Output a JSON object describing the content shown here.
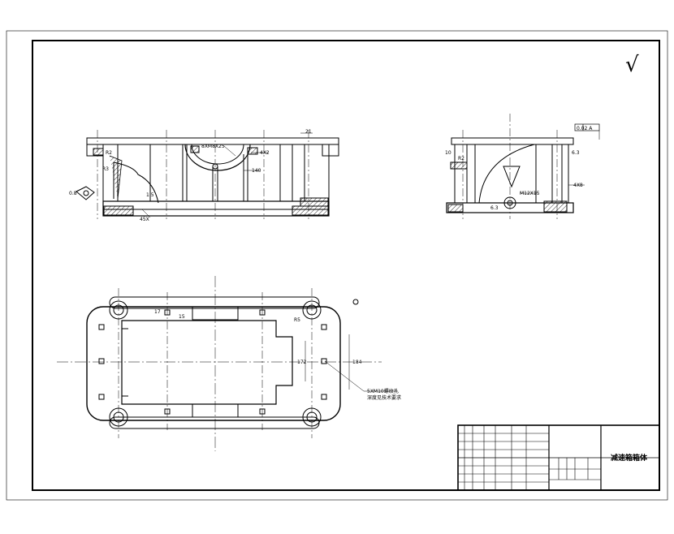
{
  "drawing": {
    "title_block": {
      "part_name": "减速箱箱体"
    },
    "surface_finish_symbol": "√",
    "front_view": {
      "callouts": [
        {
          "id": "thread",
          "text": "8XM8X25"
        },
        {
          "id": "fillet",
          "text": "R2"
        },
        {
          "id": "fillet2",
          "text": "4X2"
        },
        {
          "id": "length",
          "text": "140"
        },
        {
          "id": "corner",
          "text": "R3"
        },
        {
          "id": "depth",
          "text": "1.5"
        },
        {
          "id": "mid",
          "text": "21"
        },
        {
          "id": "ra",
          "text": "0.8"
        },
        {
          "id": "hole",
          "text": "45X"
        }
      ]
    },
    "side_view": {
      "callouts": [
        {
          "id": "tol",
          "text": "0.02 A"
        },
        {
          "id": "thread2",
          "text": "M12X15"
        },
        {
          "id": "holes",
          "text": "4X8"
        },
        {
          "id": "depth2",
          "text": "10"
        },
        {
          "id": "r",
          "text": "R2"
        },
        {
          "id": "ra2",
          "text": "6.3"
        },
        {
          "id": "base",
          "text": "6.3"
        }
      ]
    },
    "top_view": {
      "callouts": [
        {
          "id": "w1",
          "text": "15"
        },
        {
          "id": "w2",
          "text": "17"
        },
        {
          "id": "h1",
          "text": "172"
        },
        {
          "id": "h2",
          "text": "184"
        },
        {
          "id": "note",
          "text": "5XM10螺纹孔"
        },
        {
          "id": "note2",
          "text": "深度见技术要求"
        },
        {
          "id": "ang",
          "text": "R5"
        }
      ]
    }
  }
}
